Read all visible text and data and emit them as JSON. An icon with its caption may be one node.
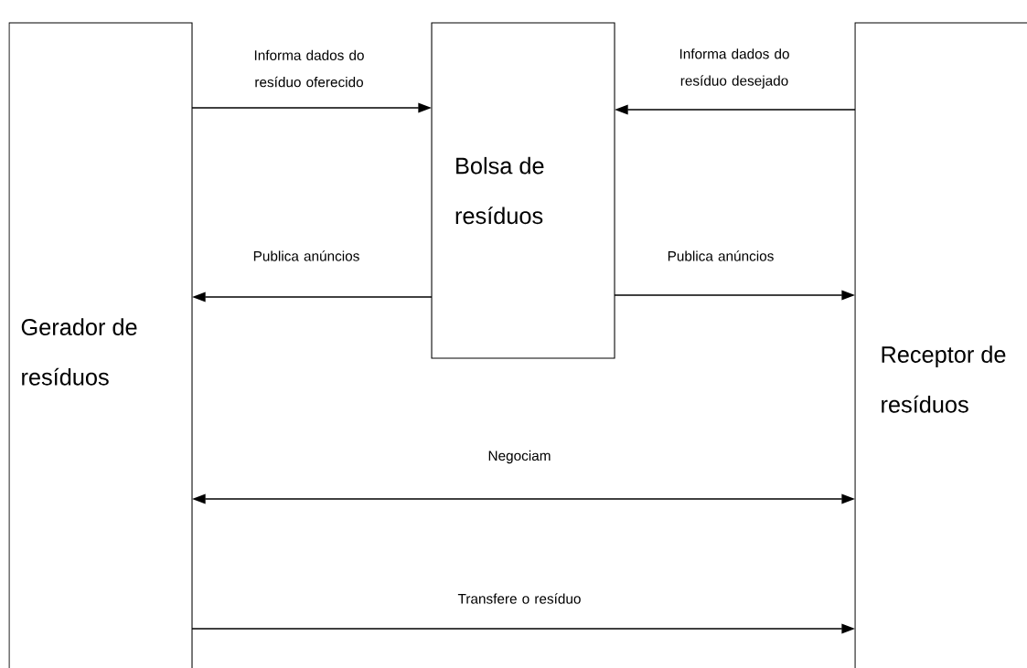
{
  "diagram": {
    "nodes": [
      {
        "text": [
          "Gerador de resíduos"
        ]
      },
      {
        "text": [
          "Bolsa de resíduos"
        ]
      },
      {
        "text": [
          "Receptor de resíduos"
        ]
      }
    ],
    "edges": [
      {
        "from": 0,
        "to": 1,
        "arrow": "to",
        "label": "Informa dados do resíduo oferecido"
      },
      {
        "from": 2,
        "to": 1,
        "arrow": "to",
        "label": "Informa dados do resíduo desejado"
      },
      {
        "from": 1,
        "to": 0,
        "arrow": "to",
        "label": "Publica anúncios"
      },
      {
        "from": 1,
        "to": 2,
        "arrow": "to",
        "label": "Publica anúncios"
      },
      {
        "from": 0,
        "to": 2,
        "arrow": "both",
        "label": "Negociam"
      },
      {
        "from": 0,
        "to": 2,
        "arrow": "to",
        "label": "Transfere o resíduo"
      }
    ]
  }
}
